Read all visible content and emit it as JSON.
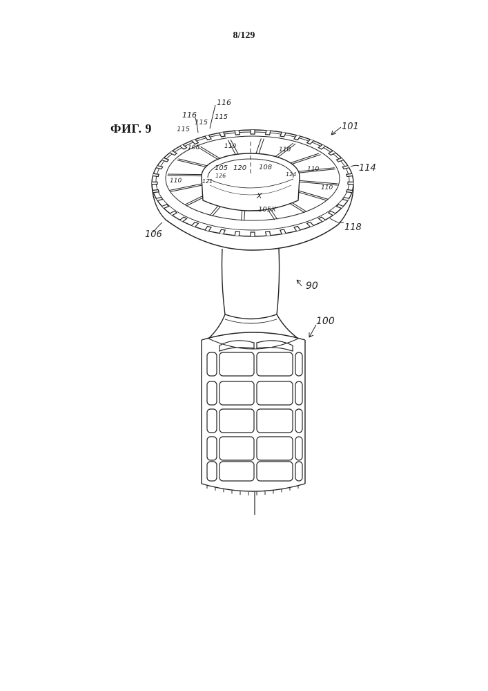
{
  "page": {
    "number": "8/129",
    "figure_label": "ФИГ. 9"
  },
  "refs": {
    "r101": "101",
    "r114": "114",
    "r118": "118",
    "r106": "106",
    "r90": "90",
    "r100": "100",
    "r116a": "116",
    "r116b": "116",
    "r115a": "115",
    "r115b": "115",
    "r115c": "115",
    "r110a": "110",
    "r110b": "110",
    "r110c": "110",
    "r110d": "110",
    "r110e": "110",
    "r105": "105",
    "r120": "120",
    "r108": "108",
    "r121": "121",
    "r126": "126",
    "r124": "124",
    "r105x": "105X",
    "rx": "X",
    "r108t": "108"
  }
}
